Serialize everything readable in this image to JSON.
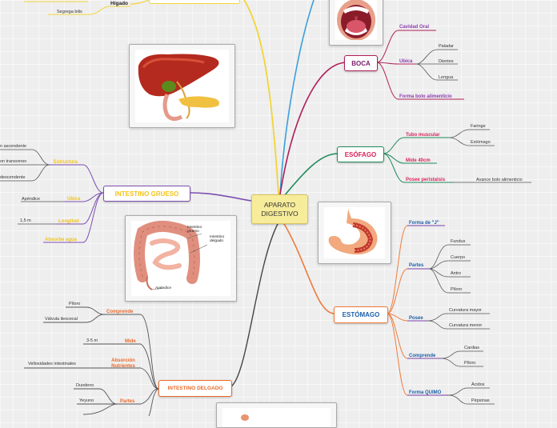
{
  "central": {
    "line1": "APARATO",
    "line2": "DIGESTIVO"
  },
  "top_fragment": {
    "higado": "Hígado",
    "segrega_bilis": "Segrega bilis"
  },
  "boca": {
    "title": "BOCA",
    "cavidad_oral": "Cavidad Oral",
    "ubica": "Ubica",
    "ubica_items": [
      "Paladar",
      "Dientes",
      "Lengua"
    ],
    "forma_bolo": "Forma bolo alimenticio"
  },
  "esofago": {
    "title": "ESÓFAGO",
    "tubo_muscular": "Tubo muscular",
    "tubo_items": [
      "Faringe",
      "Estómago"
    ],
    "mide": "Mide 40cm",
    "posee": "Posee peristalsis",
    "posee_item": "Avance bolo alimenticio"
  },
  "estomago": {
    "title": "ESTÓMAGO",
    "forma": "Forma de \"J\"",
    "partes": "Partes",
    "partes_items": [
      "Fundus",
      "Cuerpo",
      "Antro",
      "Píloro"
    ],
    "posee": "Posee",
    "posee_items": [
      "Curvatura mayor",
      "Curvatura menor"
    ],
    "comprende": "Comprende",
    "comprende_items": [
      "Cardias",
      "Píloro"
    ],
    "forma_quimo": "Forma QUIMO",
    "quimo_items": [
      "Ácidos",
      "Pépsinas"
    ]
  },
  "intestino_grueso": {
    "title": "INTESTINO GRUESO",
    "estructura": "Estructura",
    "estructura_items": [
      "n ascendente",
      "on transverso",
      "descendente"
    ],
    "ubica": "Ubica",
    "ubica_item": "Apéndice",
    "longitud": "Longitud",
    "longitud_item": "1,5 m",
    "absorbe": "Absorbe agua"
  },
  "intestino_delgado": {
    "title": "INTESTINO DELGADO",
    "comprende": "Comprende",
    "comprende_items": [
      "Píloro",
      "Válvula ileocecal"
    ],
    "mide": "Mide",
    "mide_item": "3-5 m",
    "absorcion": "Absorción Nutrientes",
    "absorcion_item": "Vellosidades intestinales",
    "partes": "Partes",
    "partes_items": [
      "Duodeno",
      "Yeyuno"
    ]
  },
  "image_captions": {
    "intestino_grueso": "Intestino grueso",
    "intestino_delgado": "Intestino delgado",
    "apendice": "Apéndice"
  },
  "colors": {
    "boca": "#b0205a",
    "esofago": "#1f8a5c",
    "estomago": "#ee7a3a",
    "intestino_grueso": "#7d4fb0",
    "intestino_delgado": "#e96a2a",
    "intestino_grueso_labels": "#f2c418",
    "top_branch": "#f2d43a",
    "blue_branch": "#3aa0dc",
    "dark_branch": "#444444",
    "stomach_subs": "#7b3fa8",
    "central_bg": "#f7ec9a"
  }
}
